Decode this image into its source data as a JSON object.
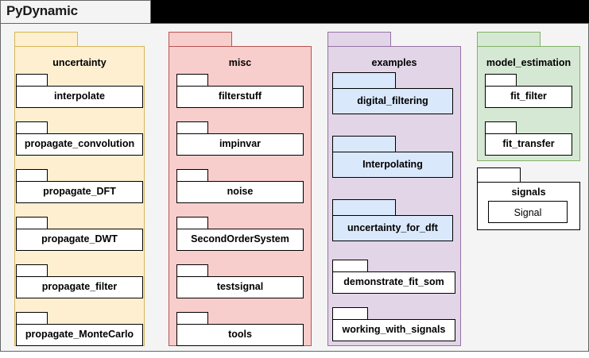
{
  "diagram": {
    "type": "uml-package-diagram",
    "root": {
      "name": "PyDynamic"
    },
    "colors": {
      "uncertainty_fill": "#FDEFD0",
      "uncertainty_stroke": "#D6B656",
      "misc_fill": "#F8CECC",
      "misc_stroke": "#B85450",
      "examples_fill": "#E1D5E7",
      "examples_stroke": "#9673A6",
      "model_estimation_fill": "#D5E8D4",
      "model_estimation_stroke": "#82B366",
      "blue_fill": "#DAE8FC",
      "blue_stroke": "#000000",
      "white_fill": "#FFFFFF",
      "black_stroke": "#000000",
      "frame_fill": "#F4F4F4",
      "frame_stroke": "#666666",
      "titlebar_fill": "#000000"
    },
    "packages": [
      {
        "id": "uncertainty",
        "label": "uncertainty",
        "fill": "#FDEFD0",
        "stroke": "#D6B656",
        "modules": [
          {
            "label": "interpolate",
            "fill": "#FFFFFF",
            "stroke": "#000000"
          },
          {
            "label": "propagate_convolution",
            "fill": "#FFFFFF",
            "stroke": "#000000"
          },
          {
            "label": "propagate_DFT",
            "fill": "#FFFFFF",
            "stroke": "#000000"
          },
          {
            "label": "propagate_DWT",
            "fill": "#FFFFFF",
            "stroke": "#000000"
          },
          {
            "label": "propagate_filter",
            "fill": "#FFFFFF",
            "stroke": "#000000"
          },
          {
            "label": "propagate_MonteCarlo",
            "fill": "#FFFFFF",
            "stroke": "#000000"
          }
        ]
      },
      {
        "id": "misc",
        "label": "misc",
        "fill": "#F8CECC",
        "stroke": "#B85450",
        "modules": [
          {
            "label": "filterstuff",
            "fill": "#FFFFFF",
            "stroke": "#000000"
          },
          {
            "label": "impinvar",
            "fill": "#FFFFFF",
            "stroke": "#000000"
          },
          {
            "label": "noise",
            "fill": "#FFFFFF",
            "stroke": "#000000"
          },
          {
            "label": "SecondOrderSystem",
            "fill": "#FFFFFF",
            "stroke": "#000000"
          },
          {
            "label": "testsignal",
            "fill": "#FFFFFF",
            "stroke": "#000000"
          },
          {
            "label": "tools",
            "fill": "#FFFFFF",
            "stroke": "#000000"
          }
        ]
      },
      {
        "id": "examples",
        "label": "examples",
        "fill": "#E1D5E7",
        "stroke": "#9673A6",
        "modules": [
          {
            "label": "digital_filtering",
            "fill": "#DAE8FC",
            "stroke": "#000000"
          },
          {
            "label": "Interpolating",
            "fill": "#DAE8FC",
            "stroke": "#000000"
          },
          {
            "label": "uncertainty_for_dft",
            "fill": "#DAE8FC",
            "stroke": "#000000"
          },
          {
            "label": "demonstrate_fit_som",
            "fill": "#FFFFFF",
            "stroke": "#000000"
          },
          {
            "label": "working_with_signals",
            "fill": "#FFFFFF",
            "stroke": "#000000"
          }
        ]
      },
      {
        "id": "model_estimation",
        "label": "model_estimation",
        "fill": "#D5E8D4",
        "stroke": "#82B366",
        "modules": [
          {
            "label": "fit_filter",
            "fill": "#FFFFFF",
            "stroke": "#000000"
          },
          {
            "label": "fit_transfer",
            "fill": "#FFFFFF",
            "stroke": "#000000"
          }
        ]
      },
      {
        "id": "signals",
        "label": "signals",
        "fill": "#FFFFFF",
        "stroke": "#000000",
        "classes": [
          {
            "label": "Signal"
          }
        ]
      }
    ]
  }
}
